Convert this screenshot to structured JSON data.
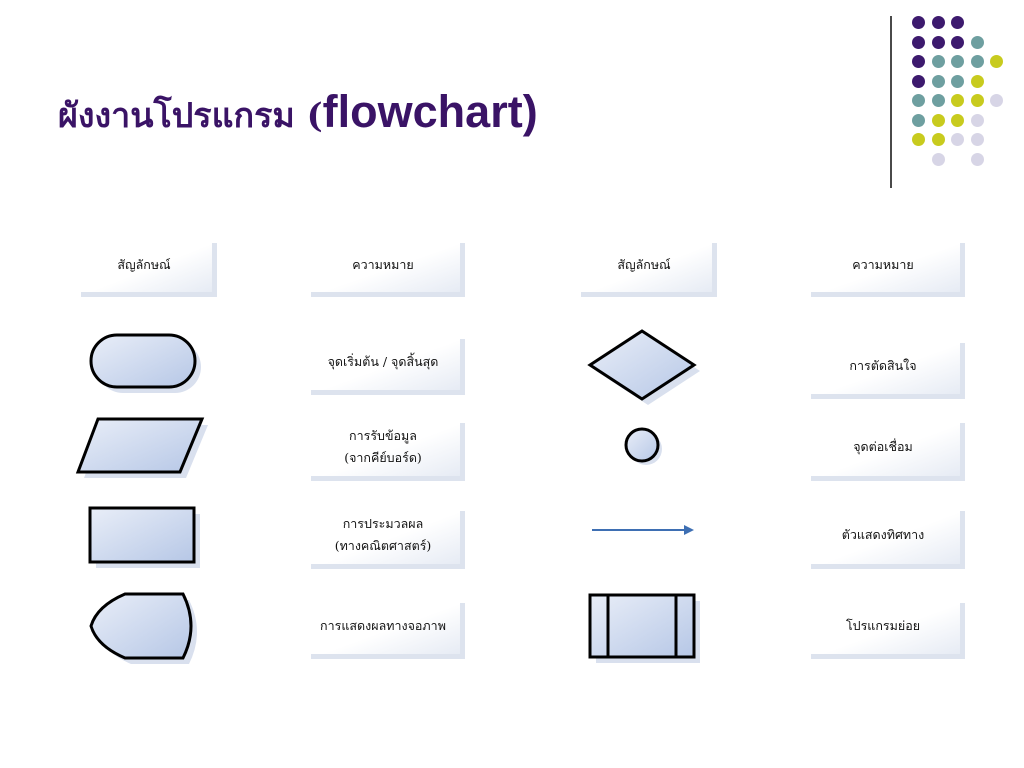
{
  "slide": {
    "title_thai": "ผังงานโปรแกรม (",
    "title_latin": "flowchart)"
  },
  "table": {
    "left_symbol_header": "สัญลักษณ์",
    "left_meaning_header": "ความหมาย",
    "right_symbol_header": "สัญลักษณ์",
    "right_meaning_header": "ความหมาย"
  },
  "meanings": {
    "terminal": "จุดเริ่มต้น / จุดสิ้นสุด",
    "input_line1": "การรับข้อมูล",
    "input_line2": "(จากคีย์บอร์ด)",
    "process_line1": "การประมวลผล",
    "process_line2": "(ทางคณิตศาสตร์)",
    "display": "การแสดงผลทางจอภาพ",
    "decision": "การตัดสินใจ",
    "connector": "จุดต่อเชื่อม",
    "flowline": "ตัวแสดงทิศทาง",
    "subprocess": "โปรแกรมย่อย"
  },
  "decor": {
    "colors": {
      "purple": "#3d1a6e",
      "teal": "#6e9fa0",
      "yellow": "#c8cb1e",
      "lavender": "#d7d5e6",
      "title": "#3a1366",
      "shape_fill": "#c3d1eb",
      "shape_shadow": "#d9e0ee",
      "arrow": "#3e6fb3"
    }
  }
}
